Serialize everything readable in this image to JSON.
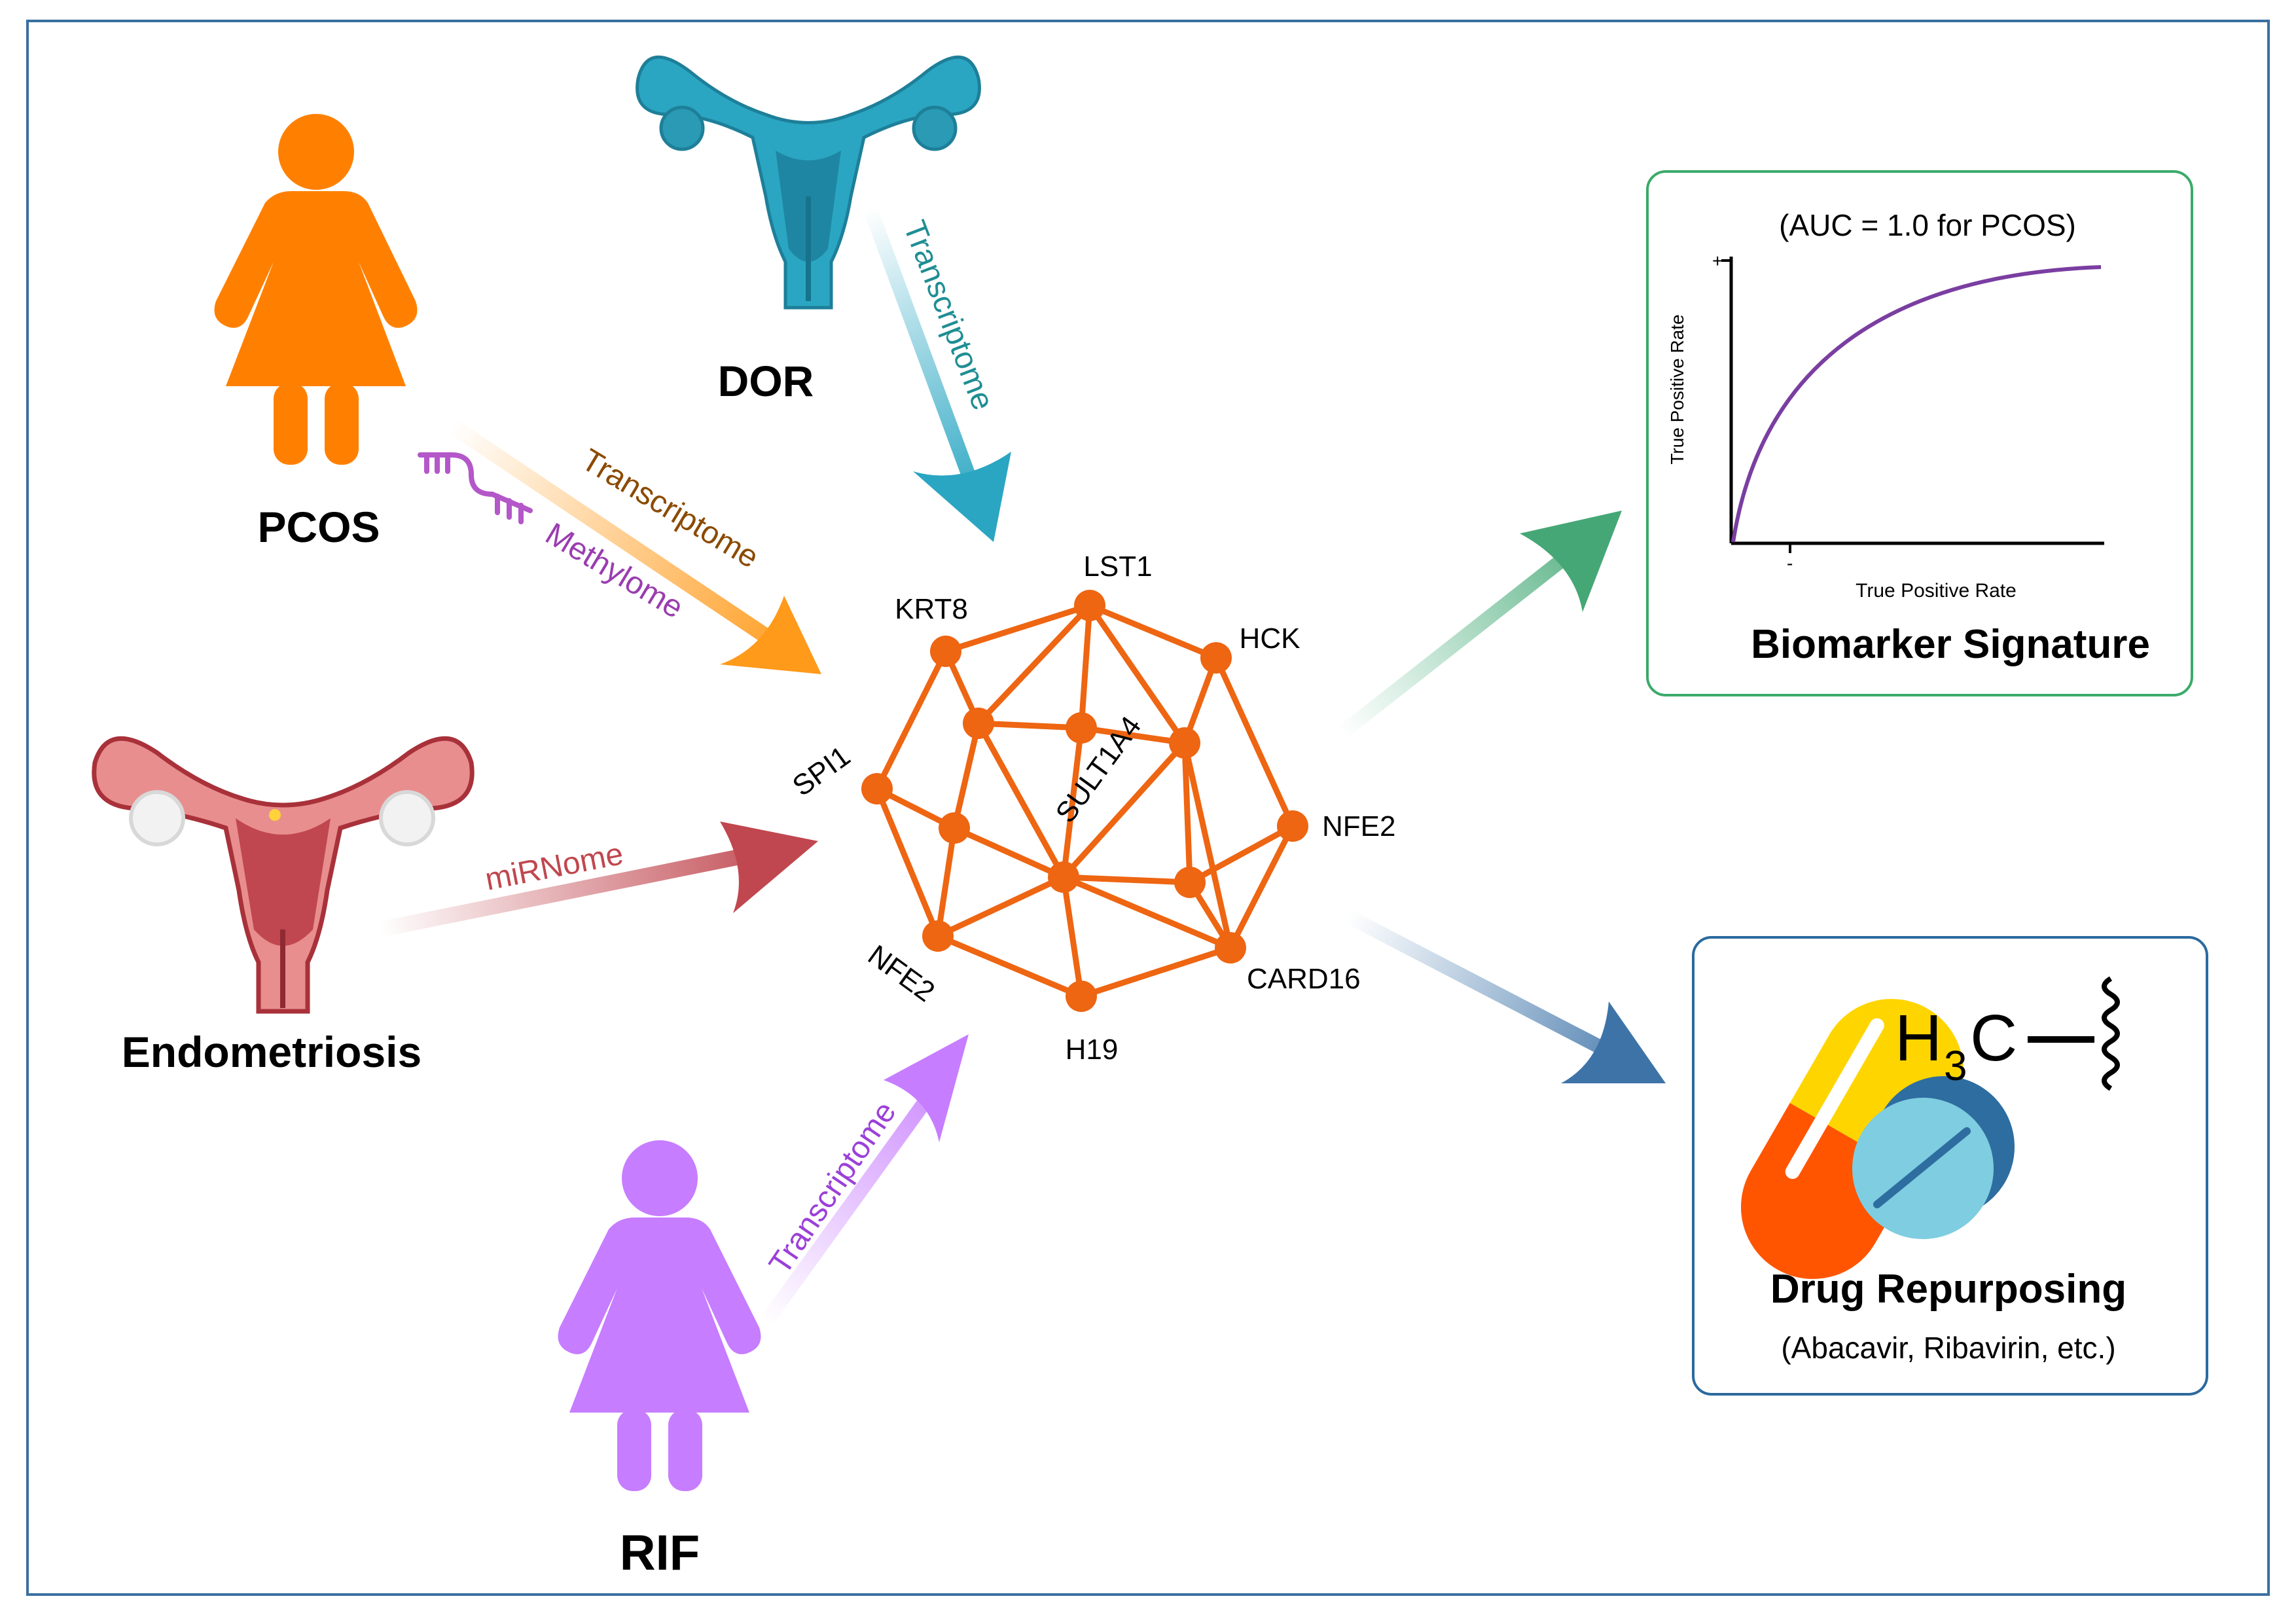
{
  "diseases": {
    "pcos": "PCOS",
    "dor": "DOR",
    "endometriosis": "Endometriosis",
    "rif": "RIF"
  },
  "arrows": {
    "dor": "Transcriptome",
    "pcos_transcriptome": "Transcriptome",
    "pcos_methylome": "Methylome",
    "endometriosis": "miRNome",
    "rif": "Transcriptome"
  },
  "genes": {
    "lst1": "LST1",
    "krt8": "KRT8",
    "hck": "HCK",
    "spi1": "SPI1",
    "sult1a4": "SULT1A4",
    "nfe2_right": "NFE2",
    "nfe2_left": "NFE2",
    "card16": "CARD16",
    "h19": "H19"
  },
  "biomarker": {
    "auc": "(AUC = 1.0 for PCOS)",
    "ylabel": "True Positive Rate",
    "xlabel": "True Positive Rate",
    "ytick": "+",
    "xtick": "-",
    "title": "Biomarker Signature"
  },
  "drug": {
    "formula_h": "H",
    "formula_sub": "3",
    "formula_c": "C",
    "title": "Drug Repurposing",
    "subtitle": "(Abacavir, Ribavirin, etc.)"
  },
  "colors": {
    "pcos": "#FF8000",
    "dor": "#27A6C3",
    "endometriosis": "#C0474F",
    "rif": "#C77DFF",
    "network": "#EE6512",
    "methylome": "#9A3DB0",
    "transcriptome_pcos": "#8B4A00",
    "roc_curve": "#7A3EA1",
    "box_green": "#3BAA6A",
    "box_blue": "#2B6A9E"
  }
}
